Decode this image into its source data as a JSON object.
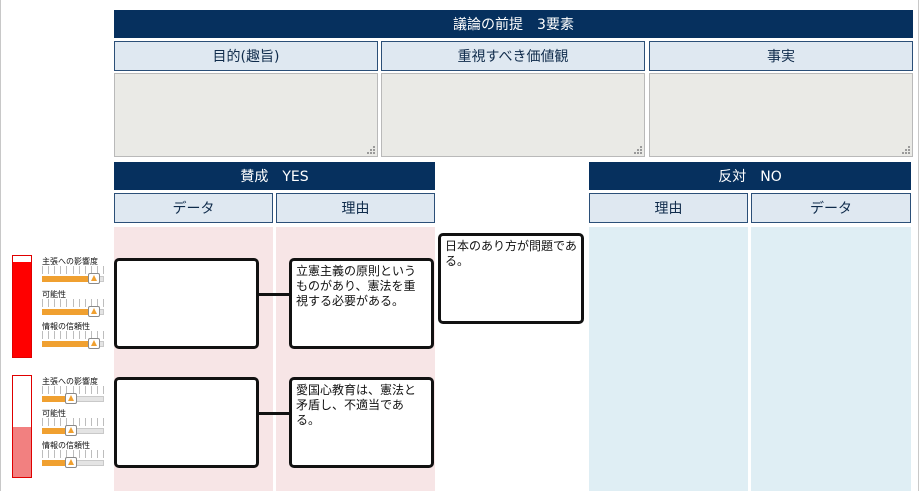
{
  "premise": {
    "title": "議論の前提　3要素",
    "columns": [
      {
        "label": "目的(趣旨)",
        "value": ""
      },
      {
        "label": "重視すべき価値観",
        "value": ""
      },
      {
        "label": "事実",
        "value": ""
      }
    ]
  },
  "pro": {
    "title": "賛成　YES",
    "col_data": "データ",
    "col_reason": "理由",
    "items": [
      {
        "data_card": "",
        "reason_card": "立憲主義の原則というものがあり、憲法を重視する必要がある。",
        "labels": [
          "主張への影響度",
          "可能性",
          "情報の信頼性"
        ],
        "strength": 1.0,
        "sliders": [
          1.0,
          1.0,
          1.0
        ],
        "gauge_color": "#ff0000"
      },
      {
        "data_card": "",
        "reason_card": "愛国心教育は、憲法と矛盾し、不適当である。",
        "labels": [
          "主張への影響度",
          "可能性",
          "情報の信頼性"
        ],
        "strength": 0.5,
        "sliders": [
          0.5,
          0.5,
          0.5
        ],
        "gauge_color": "#f28080"
      }
    ]
  },
  "claim_card": "日本のあり方が問題である。",
  "con": {
    "title": "反対　NO",
    "col_reason": "理由",
    "col_data": "データ"
  }
}
